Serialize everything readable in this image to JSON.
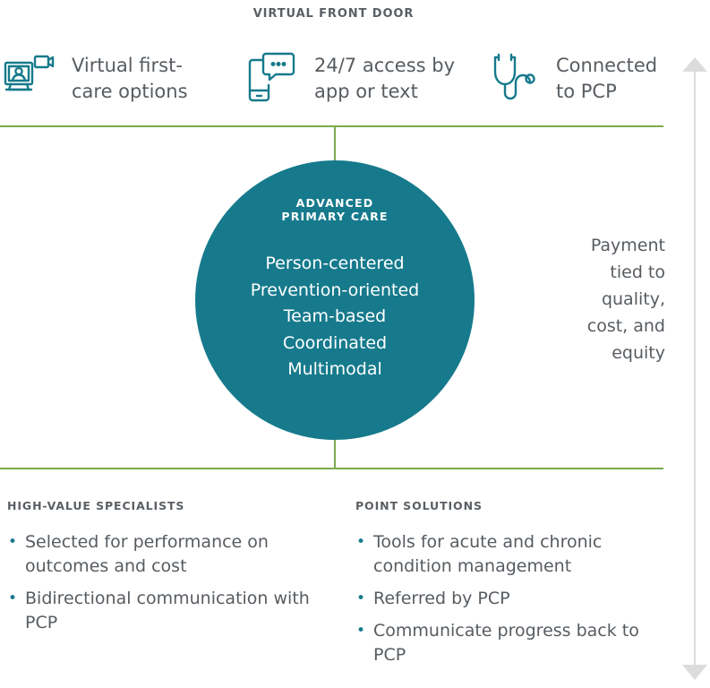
{
  "virtual_front_door": {
    "title": "VIRTUAL FRONT DOOR",
    "features": [
      {
        "icon": "video-call-icon",
        "label": "Virtual first-care options"
      },
      {
        "icon": "phone-chat-icon",
        "label": "24/7 access by app or text"
      },
      {
        "icon": "stethoscope-icon",
        "label": "Connected to PCP"
      }
    ]
  },
  "advanced_primary_care": {
    "title_lines": [
      "ADVANCED",
      "PRIMARY CARE"
    ],
    "items": [
      "Person-centered",
      "Prevention-oriented",
      "Team-based",
      "Coordinated",
      "Multimodal"
    ]
  },
  "payment": {
    "lines": [
      "Payment",
      "tied to",
      "quality,",
      "cost, and",
      "equity"
    ]
  },
  "high_value_specialists": {
    "title": "HIGH-VALUE SPECIALISTS",
    "items": [
      "Selected for performance on outcomes and cost",
      "Bidirectional communication with PCP"
    ]
  },
  "point_solutions": {
    "title": "POINT SOLUTIONS",
    "items": [
      "Tools for acute and chronic condition management",
      "Referred by PCP",
      "Communicate progress back to PCP"
    ]
  },
  "colors": {
    "teal": "#167a8c",
    "green": "#7aaa4e",
    "text": "#575c61",
    "arrow": "#dcdcdc"
  }
}
